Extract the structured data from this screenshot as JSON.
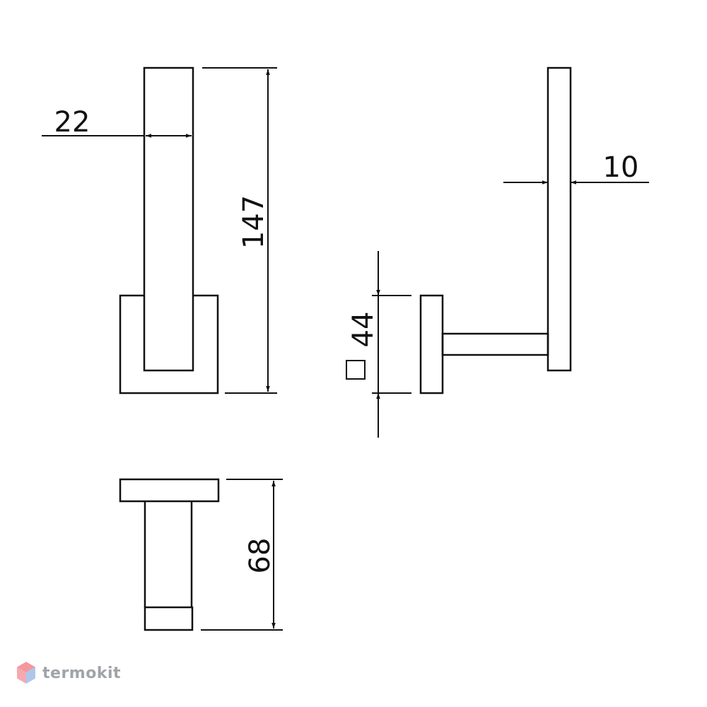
{
  "drawing": {
    "dimensions": {
      "width_front": "22",
      "height_total": "147",
      "bar_thickness": "10",
      "base_square": "44",
      "depth": "68"
    },
    "base_square_symbol": "□"
  },
  "watermark": {
    "text": "termokit"
  },
  "colors": {
    "line": "#111111",
    "watermark_red": "#e8434f",
    "watermark_blue": "#5b8fd8",
    "watermark_text": "#a0a4a8"
  }
}
